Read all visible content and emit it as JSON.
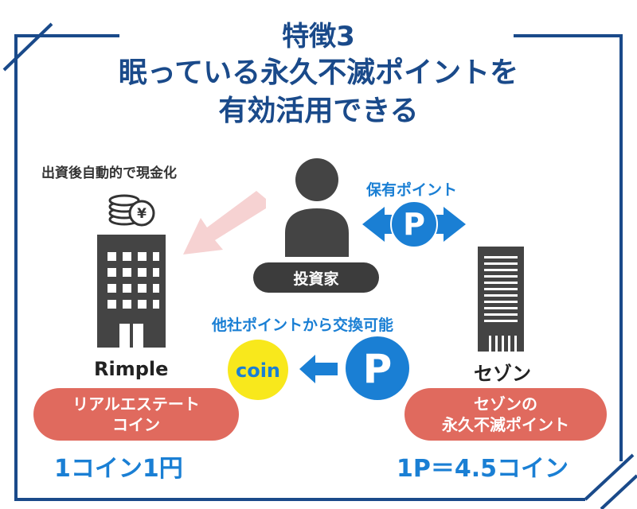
{
  "title": {
    "line1": "特徴3",
    "line2": "眠っている永久不滅ポイントを",
    "line3": "有効活用できる"
  },
  "rimple": {
    "auto_cash_text": "出資後自動的で現金化",
    "name": "Rimple",
    "pill_line1": "リアルエステート",
    "pill_line2": "コイン",
    "rate": "1コイン1円",
    "yen_symbol": "¥"
  },
  "investor": {
    "label": "投資家"
  },
  "points": {
    "held_label": "保有ポイント",
    "exchange_label": "他社ポイントから交換可能",
    "p_symbol": "P",
    "coin_label": "coin"
  },
  "saison": {
    "name": "セゾン",
    "pill_line1": "セゾンの",
    "pill_line2": "永久不滅ポイント",
    "rate": "1P＝4.5コイン"
  },
  "colors": {
    "navy": "#1a4a8a",
    "blue": "#1a7fd4",
    "coral": "#e06a5e",
    "dark": "#3c3c3c",
    "coin_yellow": "#f8e81c",
    "arrow_pink": "#f6d2d2"
  }
}
